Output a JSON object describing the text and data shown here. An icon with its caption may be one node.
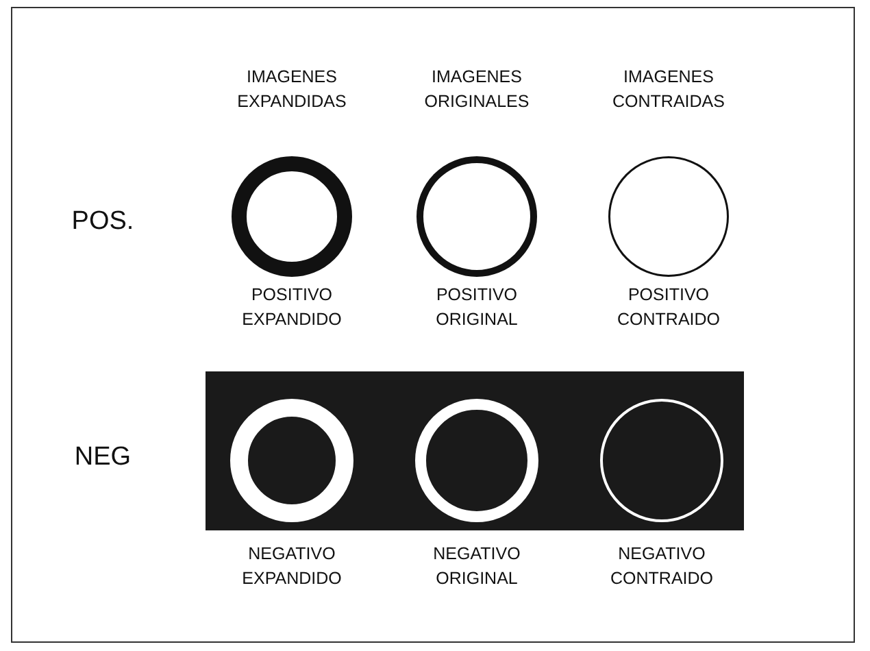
{
  "diagram": {
    "nodes": [
      {
        "text": [],
        "shape": "circle",
        "beside": [
          "POSITIVO EXPANDIDO"
        ]
      },
      {
        "text": [],
        "shape": "circle",
        "beside": [
          "POSITIVO ORIGINAL"
        ]
      },
      {
        "text": [],
        "shape": "circle",
        "beside": [
          "POSITIVO CONTRAIDO"
        ]
      },
      {
        "text": [],
        "shape": "bar"
      },
      {
        "text": [],
        "shape": "circle",
        "in": 3,
        "beside": [
          "NEGATIVO EXPANDIDO"
        ]
      },
      {
        "text": [],
        "shape": "circle",
        "in": 3,
        "beside": [
          "NEGATIVO ORIGINAL"
        ]
      },
      {
        "text": [],
        "shape": "circle",
        "in": 3,
        "beside": [
          "NEGATIVO CONTRAIDO"
        ]
      }
    ],
    "labels": [
      "IMAGENES EXPANDIDAS",
      "IMAGENES ORIGINALES",
      "IMAGENES CONTRAIDAS",
      "POS.",
      "NEG"
    ]
  }
}
